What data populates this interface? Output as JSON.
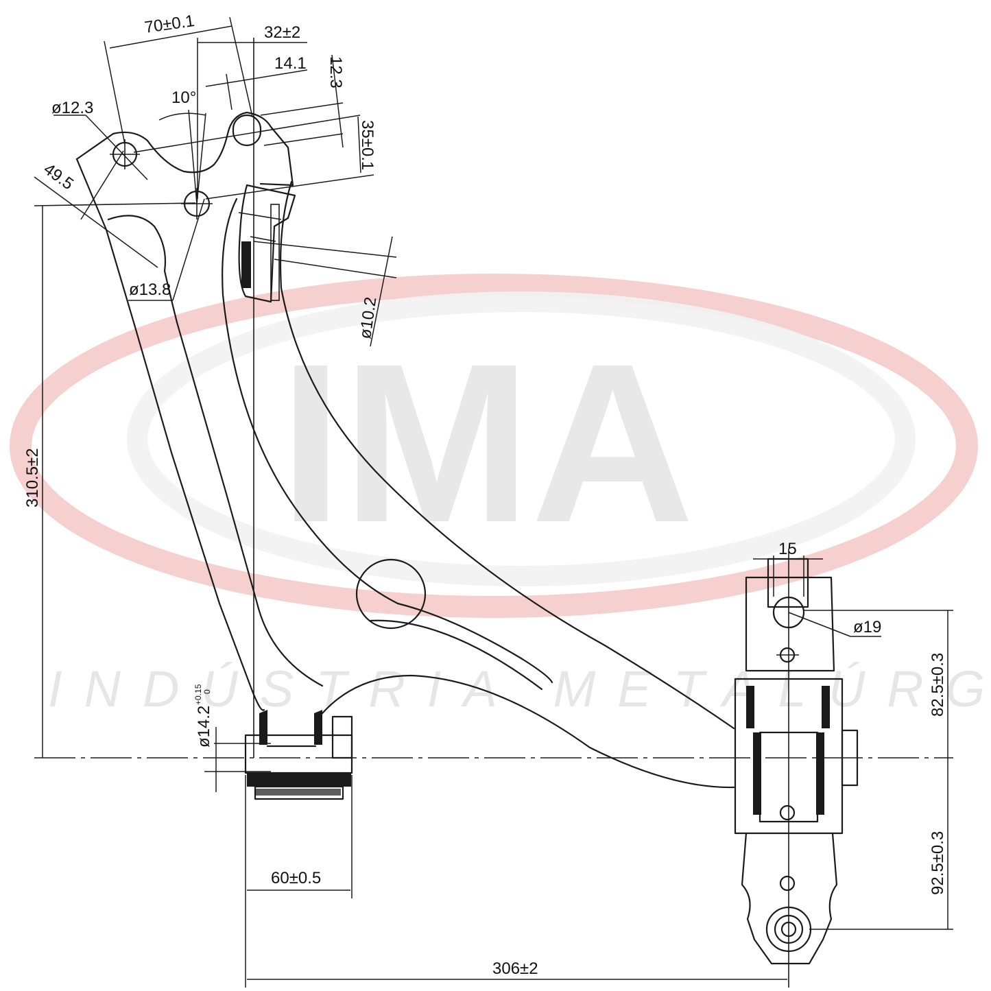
{
  "watermark": {
    "logo_text": "IMA",
    "tagline": "INDÚSTRIA METALÚRGICA ALL",
    "ring_color": "#f4c7c7",
    "letter_color": "#e6e6e6"
  },
  "dimensions": {
    "d_70": "70±0.1",
    "d_32": "32±2",
    "d_14_1": "14.1",
    "d_12_3": "12.3",
    "d_35": "35±0.1",
    "d_10deg": "10°",
    "d_dia_12_3": "ø12.3",
    "d_49_5": "49.5",
    "d_dia_13_8": "ø13.8",
    "d_dia_10_2": "ø10.2",
    "d_310_5": "310.5±2",
    "d_dia_14_2": "ø14.2",
    "d_tol_plus": "+0.15",
    "d_tol_zero": "0",
    "d_60": "60±0.5",
    "d_15": "15",
    "d_dia_19": "ø19",
    "d_82_5": "82.5±0.3",
    "d_92_5": "92.5±0.3",
    "d_306": "306±2"
  }
}
